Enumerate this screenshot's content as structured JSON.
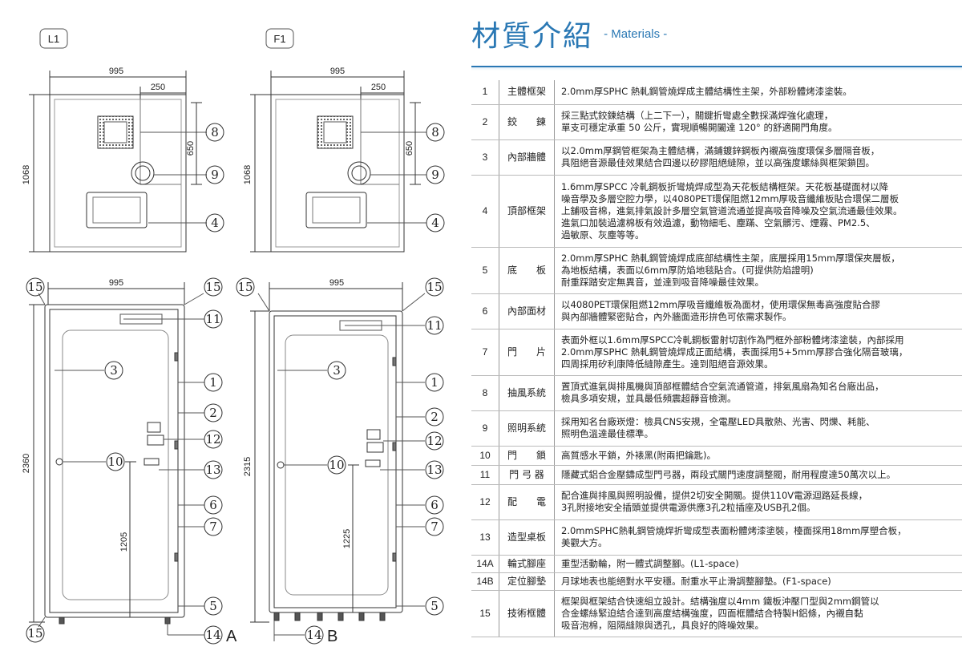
{
  "drawing": {
    "views": [
      {
        "tag": "L1",
        "width_dim": "995",
        "sub_dim": "250",
        "depth_dim": "650",
        "height_dim": "1068"
      },
      {
        "tag": "F1",
        "width_dim": "995",
        "sub_dim": "250",
        "depth_dim": "650",
        "height_dim": "1068"
      }
    ],
    "fronts": [
      {
        "width_dim": "995",
        "height_dim": "2360",
        "handle_dim": "1205",
        "suffix": "A"
      },
      {
        "width_dim": "995",
        "height_dim": "2315",
        "handle_dim": "1225",
        "suffix": "B"
      }
    ],
    "callouts": {
      "c1": "1",
      "c2": "2",
      "c3": "3",
      "c4": "4",
      "c5": "5",
      "c6": "6",
      "c7": "7",
      "c8": "8",
      "c9": "9",
      "c10": "10",
      "c11": "11",
      "c12": "12",
      "c13": "13",
      "c14": "14",
      "c15": "15"
    }
  },
  "header": {
    "title_zh": "材質介紹",
    "title_en": "- Materials -"
  },
  "specs": [
    {
      "no": "1",
      "name": "主體框架",
      "lines": [
        "2.0mm厚SPHC 熱軋鋼管燒焊成主體結構性主架，外部粉體烤漆塗裝。"
      ]
    },
    {
      "no": "2",
      "name": "鉸　　鍊",
      "lines": [
        "採三點式鉸鍊結構（上二下一），關鍵折彎處全數採滿焊強化處理，",
        "單支可穩定承重 50 公斤，實現順暢開闔達 120° 的舒適開門角度。"
      ]
    },
    {
      "no": "3",
      "name": "內部牆體",
      "lines": [
        "以2.0mm厚鋼管框架為主體結構，滿鋪鍍鋅鋼板內襯高強度環保多層隔音板，",
        "具阻絕音源最佳效果結合四邊以矽膠阻絕縫隙，並以高強度螺絲與框架鎖固。"
      ]
    },
    {
      "no": "4",
      "name": "頂部框架",
      "lines": [
        "1.6mm厚SPCC 冷軋鋼板折彎燒焊成型為天花板結構框架。天花板基礎面材以降",
        "噪音學及多層空腔力學，以4080PET環保阻燃12mm厚吸音纖維板貼合環保二層板",
        "上舖吸音棉，進氣排氣設計多層空氣管道流通並提高吸音降噪及空氣流通最佳效果。",
        "進氣口加裝過濾棉板有效過濾，動物細毛、塵蹣、空氣髒污、煙霧、PM2.5、",
        "過敏原、灰塵等等。"
      ]
    },
    {
      "no": "5",
      "name": "底　　板",
      "lines": [
        "2.0mm厚SPHC 熱軋鋼管燒焊成底部結構性主架，底層採用15mm厚環保夾層板，",
        "為地板結構，表面以6mm厚防焰地毯貼合。(可提供防焰證明)",
        "耐重踩踏安定無異音，並達到吸音降噪最佳效果。"
      ]
    },
    {
      "no": "6",
      "name": "內部面材",
      "lines": [
        "以4080PET環保阻燃12mm厚吸音纖維板為面材，使用環保無毒高強度貼合膠",
        "與內部牆體緊密貼合，內外牆面造形拚色可依需求製作。"
      ]
    },
    {
      "no": "7",
      "name": "門　　片",
      "lines": [
        "表面外框以1.6mm厚SPCC冷軋鋼板雷射切割作為門框外部粉體烤漆塗裝，內部採用",
        "2.0mm厚SPHC 熱軋鋼管燒焊成正面結構，表面採用5+5mm厚膠合強化隔音玻璃，",
        "四周採用矽利康降低縫隙產生。達到阻絕音源效果。"
      ]
    },
    {
      "no": "8",
      "name": "抽風系統",
      "lines": [
        "置頂式進氣與排風機與頂部框體結合空氣流通管道，排氣風扇為知名台廠出品，",
        "檢具多項安規，並具最低頻震超靜音檢測。"
      ]
    },
    {
      "no": "9",
      "name": "照明系統",
      "lines": [
        "採用知名台廠崁燈：檢具CNS安規，全電壓LED具散熱、光害、閃爍、耗能、",
        "照明色溫達最佳標準。"
      ]
    },
    {
      "no": "10",
      "name": "門　　鎖",
      "lines": [
        "高質感水平鎖，外裱黑(附兩把鑰匙)。"
      ]
    },
    {
      "no": "11",
      "name": "門 弓 器",
      "lines": [
        "隱藏式鋁合金壓鑄成型門弓器，兩段式關門速度調整閥，耐用程度達50萬次以上。"
      ]
    },
    {
      "no": "12",
      "name": "配　　電",
      "lines": [
        "配合進與排風與照明設備，提供2切安全開關。提供110V電源迴路延長線，",
        "3孔附接地安全插頭並提供電源供應3孔2粒插座及USB孔2個。"
      ]
    },
    {
      "no": "13",
      "name": "造型桌板",
      "lines": [
        "2.0mmSPHC熱軋鋼管燒焊折彎成型表面粉體烤漆塗裝，檯面採用18mm厚塑合板，",
        "美觀大方。"
      ]
    },
    {
      "no": "14A",
      "name": "輪式腳座",
      "lines": [
        "重型活動輪，附一體式調整腳。(L1-space)"
      ]
    },
    {
      "no": "14B",
      "name": "定位腳墊",
      "lines": [
        "月球地表也能絕對水平安穩。耐重水平止滑調整腳墊。(F1-space)"
      ]
    },
    {
      "no": "15",
      "name": "技術框體",
      "lines": [
        "框架與框架結合快速組立設計。結構強度以4mm 鐵板沖壓ㄇ型與2mm鋼管以",
        "合金螺絲緊迫結合達到高度結構強度，四面框體結合特製H鋁條，內襯自黏",
        "吸音泡棉，阻隔縫隙與透孔，具良好的降噪效果。"
      ]
    }
  ]
}
